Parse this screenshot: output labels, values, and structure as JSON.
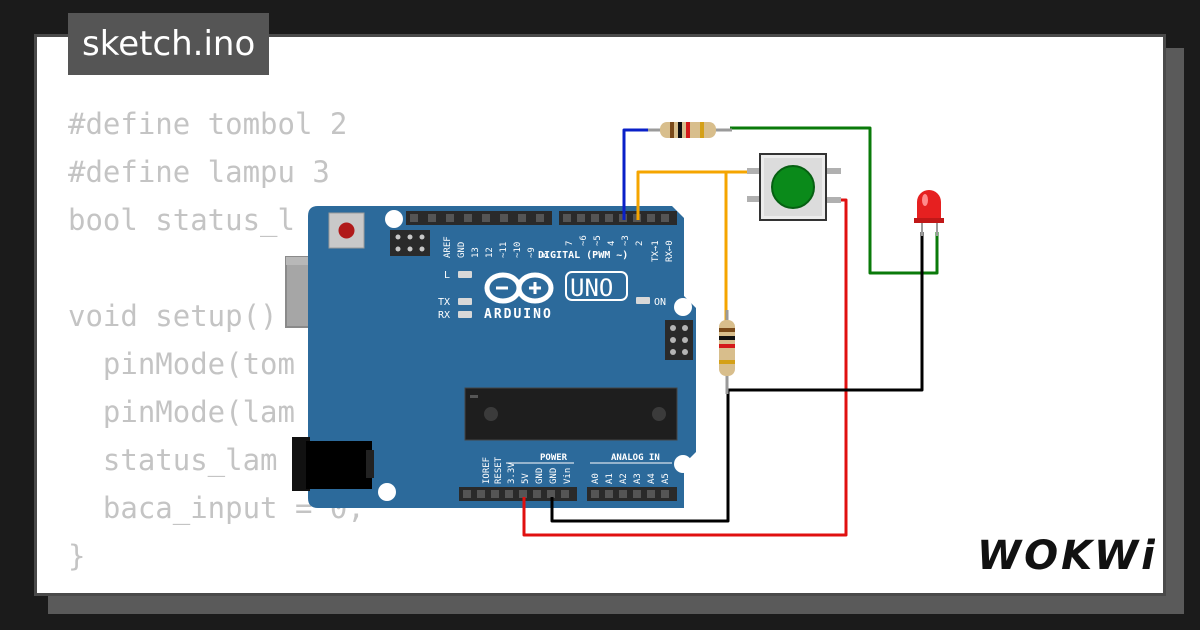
{
  "file_tab": {
    "label": "sketch.ino"
  },
  "code": {
    "lines": [
      "#define tombol 2",
      "#define lampu 3",
      "bool status_l",
      "",
      "void setup()",
      "  pinMode(tom",
      "  pinMode(lam",
      "  status_lam",
      "  baca_input = 0;",
      "}"
    ]
  },
  "board": {
    "brand": "ARDUINO",
    "model": "UNO",
    "digital_header_label": "DIGITAL (PWM ~)",
    "power_header_label": "POWER",
    "analog_header_label": "ANALOG IN",
    "led_labels": {
      "l": "L",
      "tx": "TX",
      "rx": "RX",
      "on": "ON"
    },
    "top_pins_left": [
      "AREF",
      "GND",
      "13",
      "12",
      "~11",
      "~10",
      "~9",
      "8"
    ],
    "top_pins_right": [
      "7",
      "~6",
      "~5",
      "4",
      "~3",
      "2",
      "TX→1",
      "RX←0"
    ],
    "power_pins": [
      "IOREF",
      "RESET",
      "3.3V",
      "5V",
      "GND",
      "GND",
      "Vin"
    ],
    "analog_pins": [
      "A0",
      "A1",
      "A2",
      "A3",
      "A4",
      "A5"
    ]
  },
  "branding": {
    "logo_text": "WOKWi"
  },
  "colors": {
    "board": "#2c6a9b",
    "wire_blue": "#0a20c8",
    "wire_orange": "#f5a500",
    "wire_green": "#0a7a0a",
    "wire_red": "#e01010",
    "wire_black": "#000000",
    "led_red": "#e62020",
    "button_green": "#0a8a1a"
  }
}
